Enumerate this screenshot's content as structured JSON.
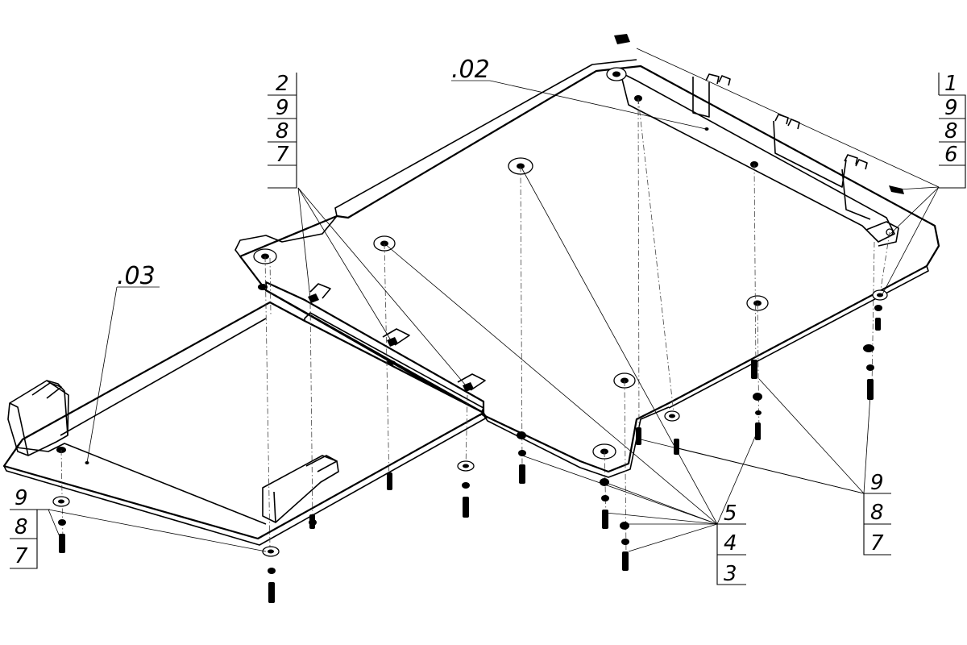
{
  "callouts": {
    "left_top": [
      "2",
      "9",
      "8",
      "7"
    ],
    "right_top": [
      "1",
      "9",
      "8",
      "6"
    ],
    "bottom_left": [
      "9",
      "8",
      "7"
    ],
    "bottom_center": [
      "5",
      "4",
      "3"
    ],
    "bottom_right": [
      "9",
      "8",
      "7"
    ]
  },
  "part_labels": {
    "main_plate": ".02",
    "front_plate": ".03"
  }
}
